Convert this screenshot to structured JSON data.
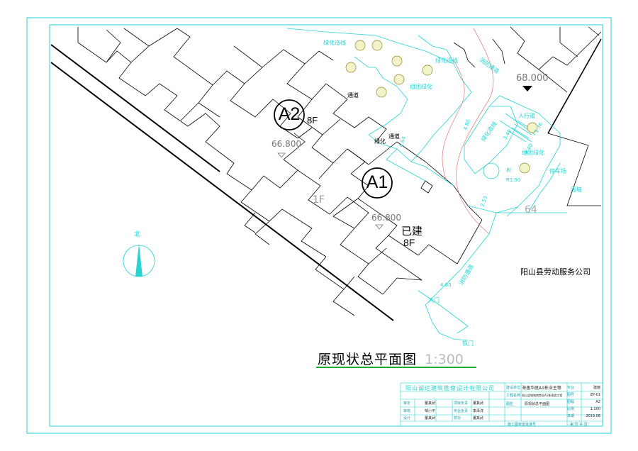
{
  "drawing": {
    "title_main": "原现状总平面图",
    "title_scale": "1:300",
    "north_label": "北",
    "company_right": "阳山县劳动服务公司",
    "buildings": {
      "a2": {
        "code": "A2",
        "floors": "8F",
        "elevation": "66.800"
      },
      "a1": {
        "code": "A1",
        "floors": "8F",
        "status": "已建",
        "elevation": "66.800"
      },
      "one_f": "1F"
    },
    "labels": {
      "road1": "通道",
      "road2": "通道",
      "green_small": "绿化",
      "green_belt1": "绿化造线",
      "green_belt2": "绿化造线",
      "green_belt3": "绿化造线",
      "green_area1": "组团绿化",
      "green_area2": "组团绿化",
      "fire_lane1": "消防通道",
      "fire_lane2": "消防通道",
      "sidewalk": "人行道",
      "parking": "停车场",
      "boundary": "围墙",
      "gate1": "大门",
      "gate2": "铁门",
      "planter": "树",
      "elev_top": "68.000",
      "edge_number": "64"
    },
    "dimensions": [
      "4.80",
      "4.64",
      "2.53",
      "4.80",
      "1.36",
      "6.40",
      "R1.90",
      "3.40"
    ]
  },
  "title_block": {
    "design_company": "阳山诚达建筑勘察设计有限公司",
    "project_label": "建设单位",
    "project_value": "海逸华庭A1栋业主等",
    "project_name_label": "工程名称",
    "project_name_value": "阳山县城城南商业A1栋改造工程",
    "drawing_name_label": "图名",
    "drawing_name_value": "原现状总平面图",
    "rows": [
      {
        "role": "审定",
        "name": "董其武",
        "role2": "项目负责",
        "name2": "董其武"
      },
      {
        "role": "审核",
        "name": "邹小平",
        "role2": "专业负责",
        "name2": "李泽洋"
      },
      {
        "role": "设计",
        "name": "董其武",
        "role2": "校对",
        "name2": "董其武"
      }
    ],
    "meta": [
      {
        "label": "专业",
        "value": "建施"
      },
      {
        "label": "图号",
        "value": "ZP-01"
      },
      {
        "label": "图幅",
        "value": "A2"
      },
      {
        "label": "比例",
        "value": "1:100"
      },
      {
        "label": "日期",
        "value": "2019.08"
      }
    ],
    "footer": "施工图审查批准号",
    "footer_right": "第 页 共 页"
  }
}
